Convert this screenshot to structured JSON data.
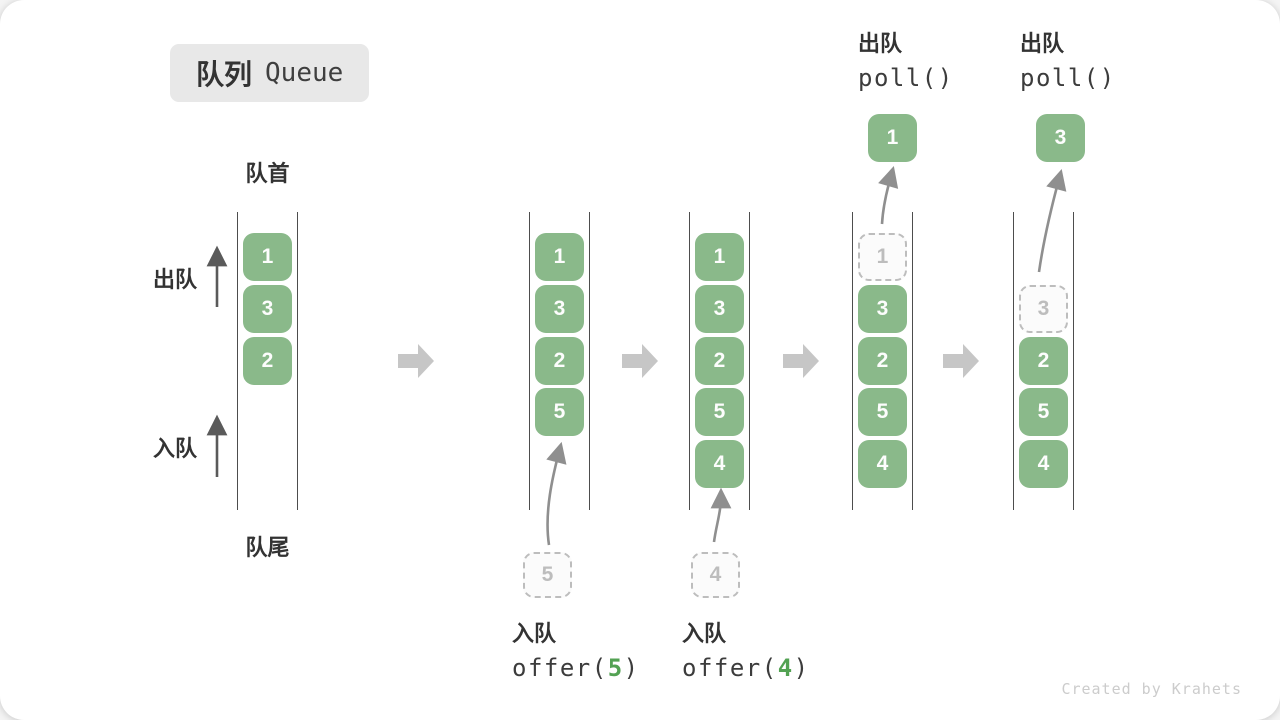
{
  "title": {
    "zh": "队列",
    "en": "Queue"
  },
  "labels": {
    "front": "队首",
    "rear": "队尾",
    "dequeue": "出队",
    "enqueue": "入队"
  },
  "colors": {
    "box_green": "#8ab98a",
    "accent_green": "#53a253",
    "ghost_gray": "#bdbdbd",
    "block_arrow_gray": "#c6c6c6",
    "curve_arrow_gray": "#8f8f8f",
    "channel_line": "#4d4d4d"
  },
  "states": [
    {
      "name": "initial",
      "slots": [
        {
          "value": "1",
          "slot": 0,
          "ghost": false
        },
        {
          "value": "3",
          "slot": 1,
          "ghost": false
        },
        {
          "value": "2",
          "slot": 2,
          "ghost": false
        }
      ]
    },
    {
      "name": "after-offer-5",
      "slots": [
        {
          "value": "1",
          "slot": 0,
          "ghost": false
        },
        {
          "value": "3",
          "slot": 1,
          "ghost": false
        },
        {
          "value": "2",
          "slot": 2,
          "ghost": false
        },
        {
          "value": "5",
          "slot": 3,
          "ghost": false
        }
      ],
      "incoming": "5",
      "op": {
        "action": "入队",
        "call_prefix": "offer(",
        "call_arg": "5",
        "call_suffix": ")"
      }
    },
    {
      "name": "after-offer-4",
      "slots": [
        {
          "value": "1",
          "slot": 0,
          "ghost": false
        },
        {
          "value": "3",
          "slot": 1,
          "ghost": false
        },
        {
          "value": "2",
          "slot": 2,
          "ghost": false
        },
        {
          "value": "5",
          "slot": 3,
          "ghost": false
        },
        {
          "value": "4",
          "slot": 4,
          "ghost": false
        }
      ],
      "incoming": "4",
      "op": {
        "action": "入队",
        "call_prefix": "offer(",
        "call_arg": "4",
        "call_suffix": ")"
      }
    },
    {
      "name": "after-poll-1",
      "slots": [
        {
          "value": "1",
          "slot": 0,
          "ghost": true
        },
        {
          "value": "3",
          "slot": 1,
          "ghost": false
        },
        {
          "value": "2",
          "slot": 2,
          "ghost": false
        },
        {
          "value": "5",
          "slot": 3,
          "ghost": false
        },
        {
          "value": "4",
          "slot": 4,
          "ghost": false
        }
      ],
      "popped": "1",
      "op": {
        "action": "出队",
        "call_prefix": "poll()",
        "call_arg": "",
        "call_suffix": ""
      }
    },
    {
      "name": "after-poll-3",
      "slots": [
        {
          "value": "3",
          "slot": 1,
          "ghost": true
        },
        {
          "value": "2",
          "slot": 2,
          "ghost": false
        },
        {
          "value": "5",
          "slot": 3,
          "ghost": false
        },
        {
          "value": "4",
          "slot": 4,
          "ghost": false
        }
      ],
      "popped": "3",
      "op": {
        "action": "出队",
        "call_prefix": "poll()",
        "call_arg": "",
        "call_suffix": ""
      }
    }
  ],
  "watermark": "Created by Krahets"
}
